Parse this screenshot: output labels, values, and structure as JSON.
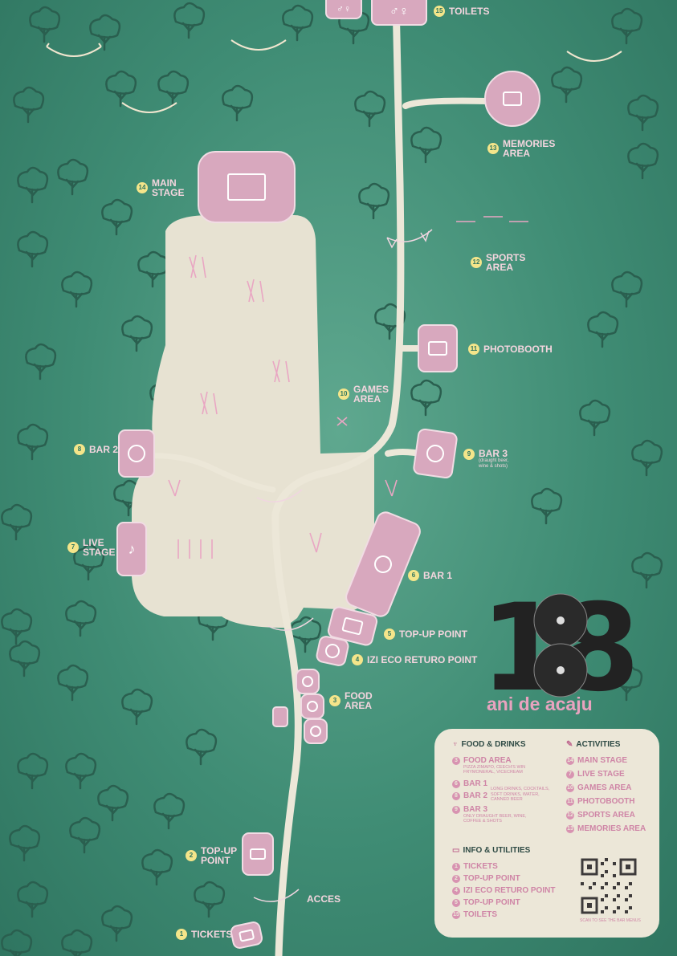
{
  "pins": {
    "toilets": {
      "num": "15",
      "label": "TOILETS"
    },
    "memories": {
      "num": "13",
      "label": "MEMORIES",
      "label2": "AREA"
    },
    "main_stage": {
      "num": "14",
      "label": "MAIN",
      "label2": "STAGE"
    },
    "sports": {
      "num": "12",
      "label": "SPORTS",
      "label2": "AREA"
    },
    "photobooth": {
      "num": "11",
      "label": "PHOTOBOOTH"
    },
    "games": {
      "num": "10",
      "label": "GAMES",
      "label2": "AREA"
    },
    "bar2": {
      "num": "8",
      "label": "BAR 2"
    },
    "bar3": {
      "num": "9",
      "label": "BAR 3",
      "sub": "(draught beer,",
      "sub2": "wine & shots)"
    },
    "live_stage": {
      "num": "7",
      "label": "LIVE",
      "label2": "STAGE"
    },
    "bar1": {
      "num": "6",
      "label": "BAR 1"
    },
    "topup_top": {
      "num": "5",
      "label": "TOP-UP POINT"
    },
    "eco_return": {
      "num": "4",
      "label": "IZI ECO RETURO POINT"
    },
    "food": {
      "num": "3",
      "label": "FOOD",
      "label2": "AREA"
    },
    "topup_bottom": {
      "num": "2",
      "label": "TOP-UP",
      "label2": "POINT"
    },
    "acces": {
      "label": "ACCES"
    },
    "tickets": {
      "num": "1",
      "label": "TICKETS"
    }
  },
  "logo": {
    "number": "18",
    "subtitle": "ani de acaju"
  },
  "legend": {
    "food_heading": "FOOD & DRINKS",
    "food_items": [
      {
        "num": "3",
        "label": "FOOD AREA",
        "desc": "PIZZA ZIMAPO, CEECH'S WIN",
        "desc2": "FRYMONERAL, VICECREAM"
      },
      {
        "num": "6",
        "label": "BAR 1"
      },
      {
        "num": "8",
        "label": "BAR 2"
      },
      {
        "num": "9",
        "label": "BAR 3",
        "desc": "ONLY DRAUGHT BEER, WINE,",
        "desc2": "COFFEE & SHOTS"
      }
    ],
    "bars_desc": [
      "LONG DRINKS, COCKTAILS,",
      "SOFT DRINKS, WATER,",
      "CANNED BEER"
    ],
    "activities_heading": "ACTIVITIES",
    "activity_items": [
      {
        "num": "14",
        "label": "MAIN STAGE"
      },
      {
        "num": "7",
        "label": "LIVE STAGE"
      },
      {
        "num": "10",
        "label": "GAMES AREA"
      },
      {
        "num": "11",
        "label": "PHOTOBOOTH"
      },
      {
        "num": "12",
        "label": "SPORTS AREA"
      },
      {
        "num": "13",
        "label": "MEMORIES AREA"
      }
    ],
    "info_heading": "INFO & UTILITIES",
    "info_items": [
      {
        "num": "1",
        "label": "TICKETS"
      },
      {
        "num": "2",
        "label": "TOP-UP POINT"
      },
      {
        "num": "4",
        "label": "IZI ECO RETURO POINT"
      },
      {
        "num": "5",
        "label": "TOP-UP POINT"
      },
      {
        "num": "15",
        "label": "TOILETS"
      }
    ],
    "qr_caption": "SCAN TO SEE THE BAR MENUS"
  },
  "colors": {
    "background": "#3f8c74",
    "pink": "#d8a8be",
    "path": "#ece7d8",
    "badge": "#f4e58a"
  },
  "icons": [
    "tree-icon",
    "hammock-icon",
    "toilet-icon",
    "photo-icon",
    "stage-icon",
    "drink-icon",
    "guitar-icon",
    "qr-code-icon",
    "flag-bunting-icon"
  ]
}
